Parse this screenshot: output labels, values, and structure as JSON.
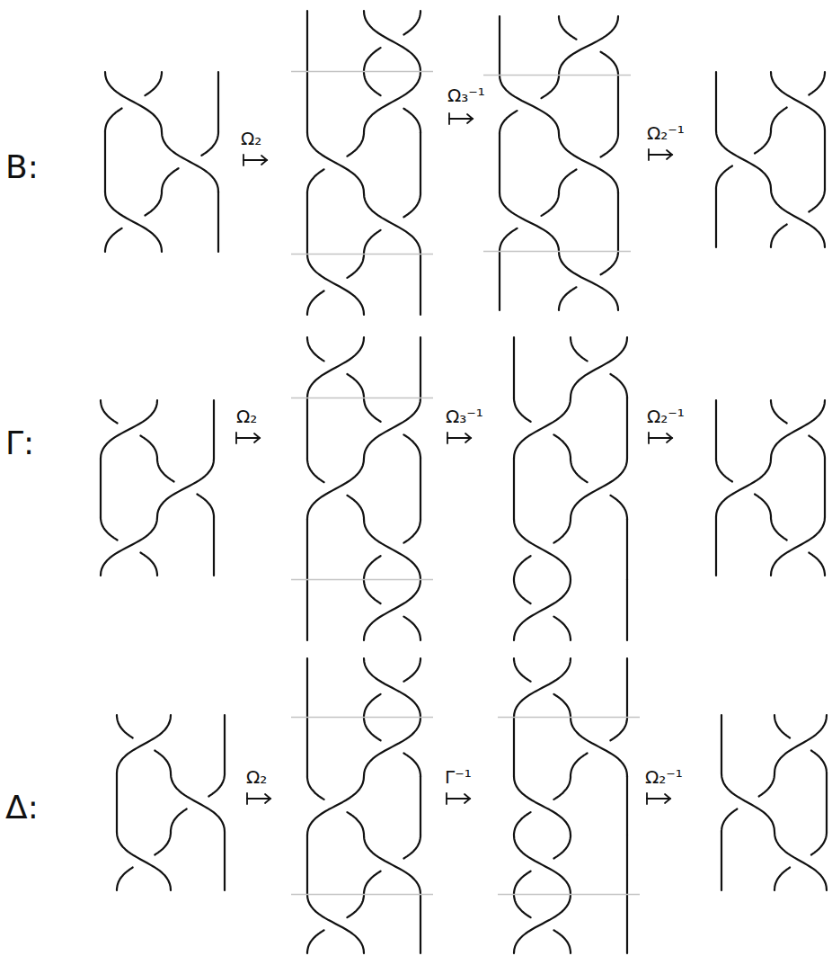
{
  "diagram": {
    "labels": [
      "B:",
      "Ω₂",
      "Ω₃⁻¹",
      "Ω₂⁻¹",
      "Γ:",
      "Ω₂",
      "Ω₃⁻¹",
      "Ω₂⁻¹",
      "Δ:",
      "Ω₂",
      "Γ⁻¹",
      "Ω₂⁻¹"
    ]
  }
}
